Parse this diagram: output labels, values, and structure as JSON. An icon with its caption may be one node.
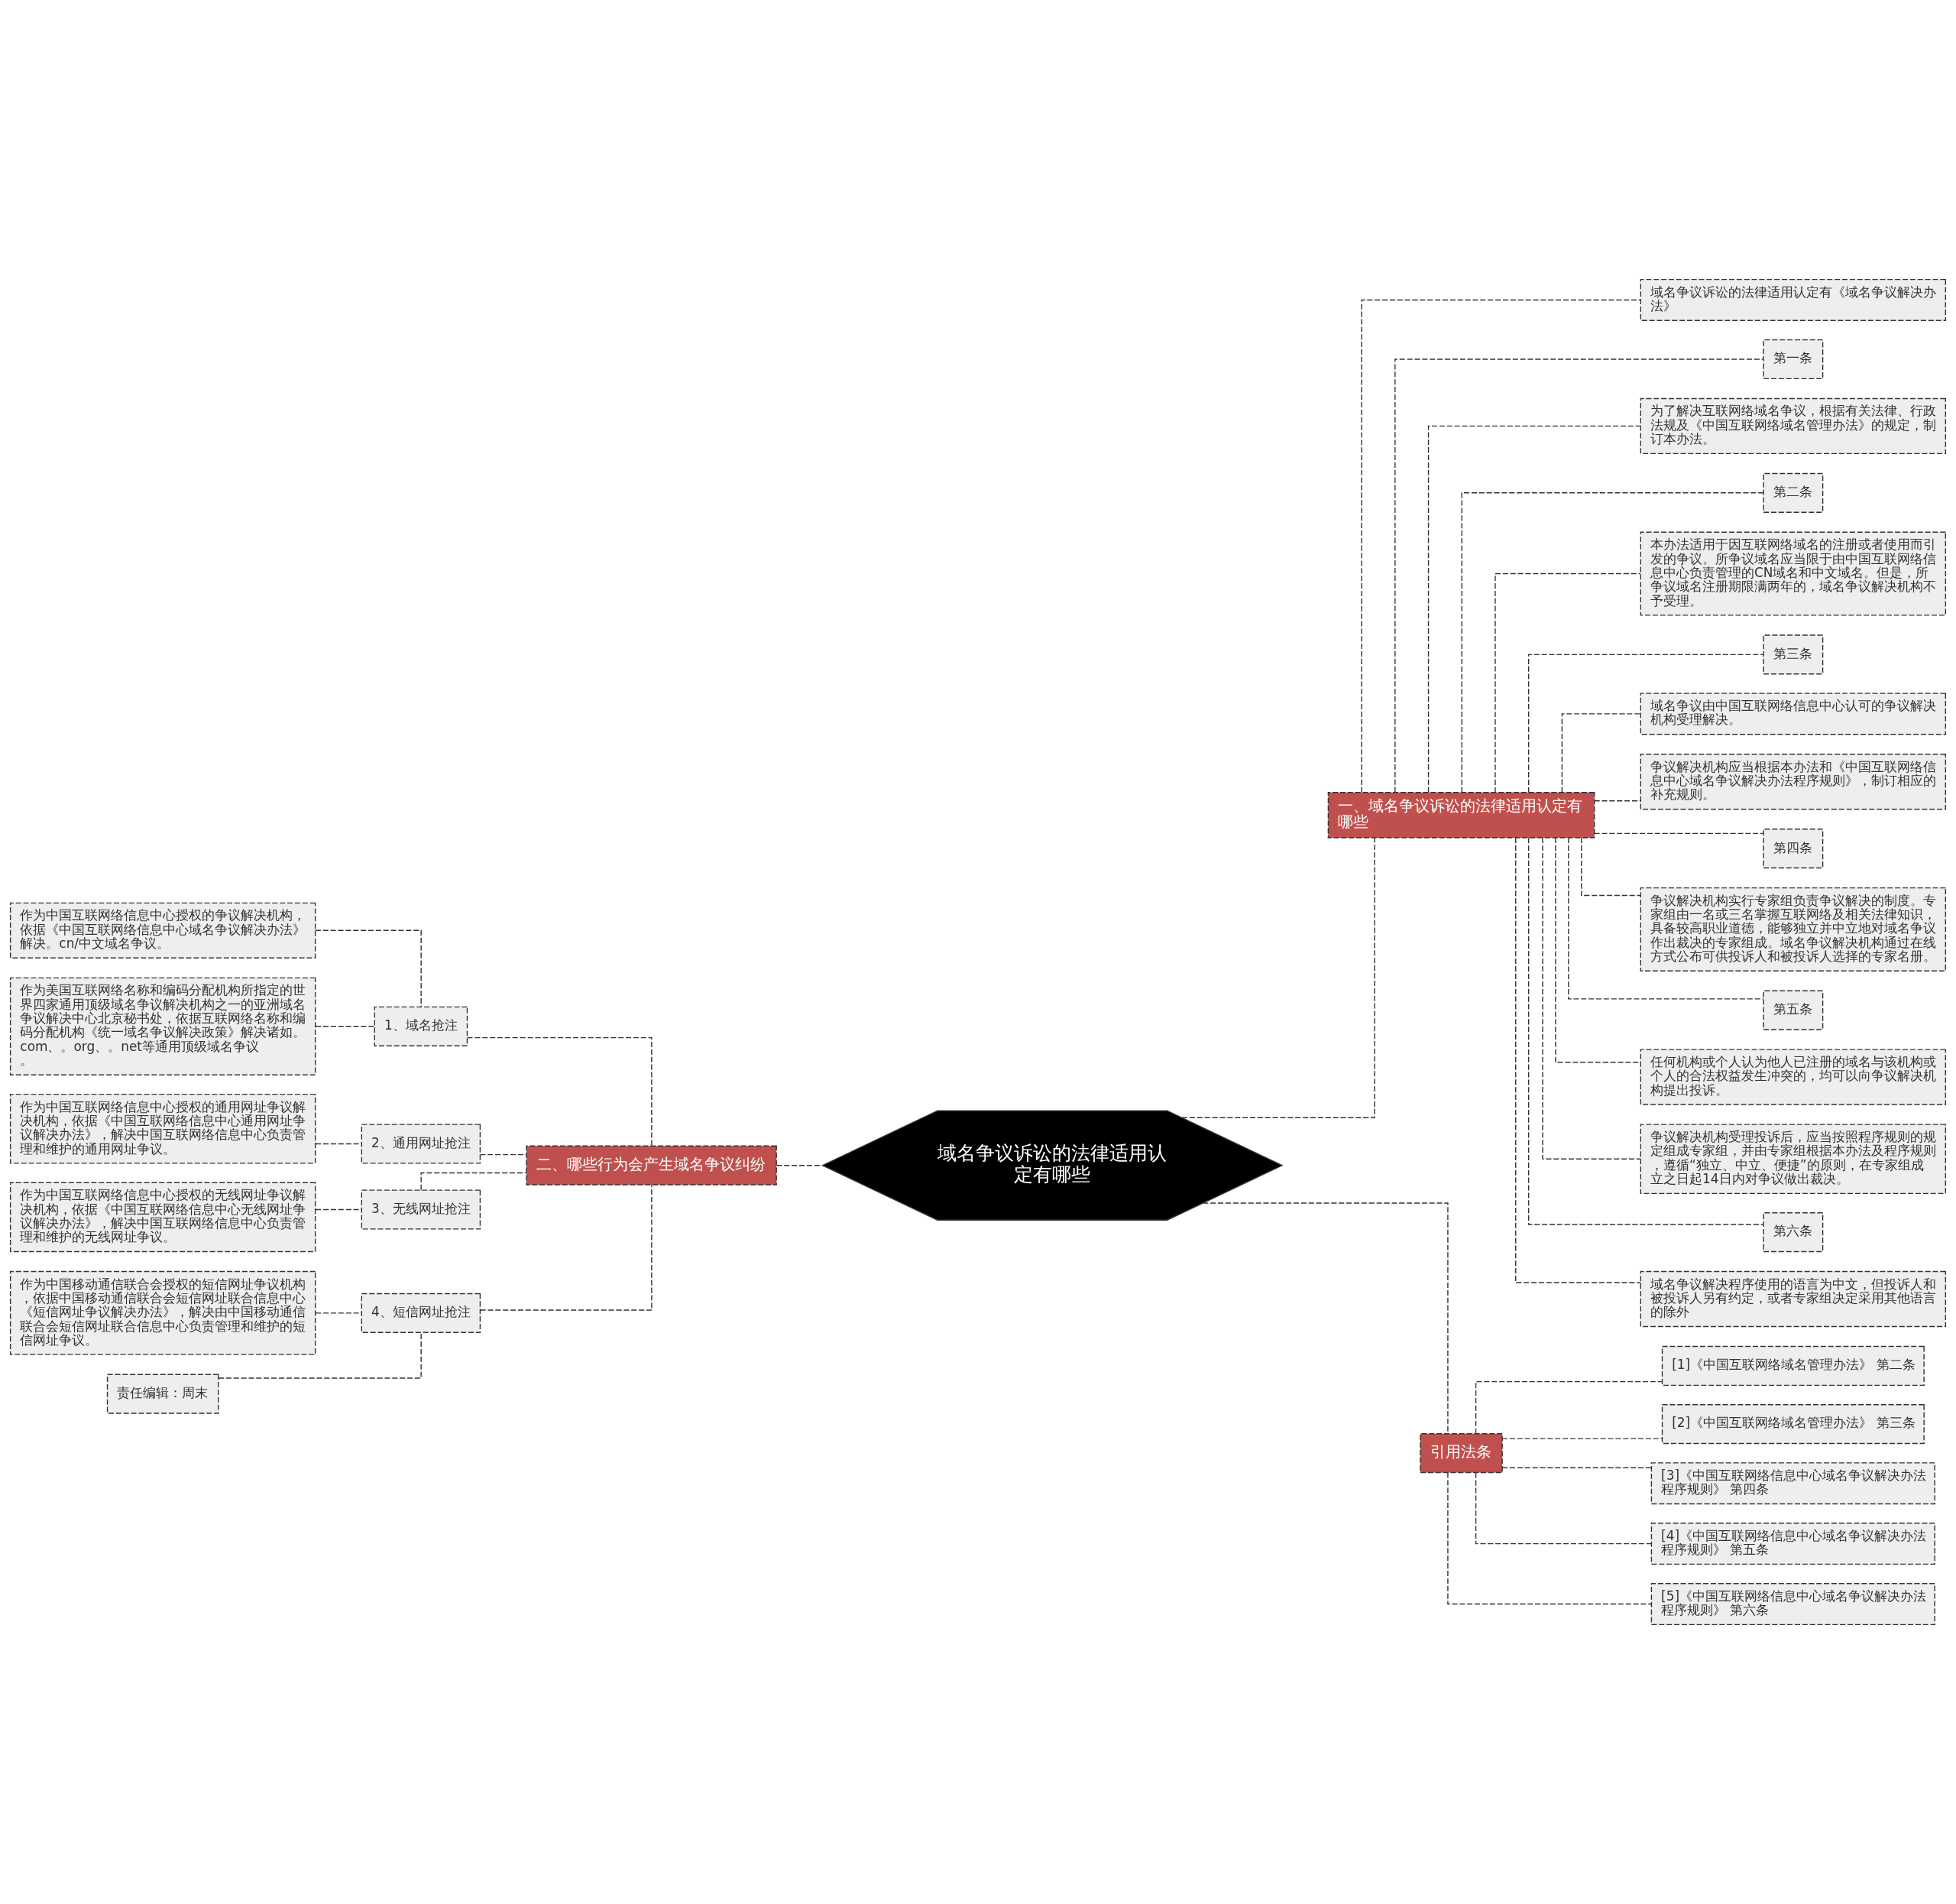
{
  "diagram": {
    "nodes": [
      {
        "text": [
          "域名争议诉讼的法律适用认定有哪些"
        ]
      },
      {
        "text": [
          "一、域名争议诉讼的法律适用认定有哪些"
        ]
      },
      {
        "text": [
          "域名争议诉讼的法律适用认定有《域名争议解决办法》"
        ]
      },
      {
        "text": [
          "第一条"
        ]
      },
      {
        "text": [
          "为了解决互联网络域名争议，根据有关法律、行政法规及《中国互联网络域名管理办法》的规定，制订本办法。"
        ]
      },
      {
        "text": [
          "第二条"
        ]
      },
      {
        "text": [
          "本办法适用于因互联网络域名的注册或者使用而引发的争议。所争议域名应当限于由中国互联网络信息中心负责管理的CN域名和中文域名。但是，所争议域名注册期限满两年的，域名争议解决机构不予受理。"
        ]
      },
      {
        "text": [
          "第三条"
        ]
      },
      {
        "text": [
          "域名争议由中国互联网络信息中心认可的争议解决机构受理解决。"
        ]
      },
      {
        "text": [
          "争议解决机构应当根据本办法和《中国互联网络信息中心域名争议解决办法程序规则》，制订相应的补充规则。"
        ]
      },
      {
        "text": [
          "第四条"
        ]
      },
      {
        "text": [
          "争议解决机构实行专家组负责争议解决的制度。专家组由一名或三名掌握互联网络及相关法律知识，具备较高职业道德，能够独立并中立地对域名争议作出裁决的专家组成。域名争议解决机构通过在线方式公布可供投诉人和被投诉人选择的专家名册。"
        ]
      },
      {
        "text": [
          "第五条"
        ]
      },
      {
        "text": [
          "任何机构或个人认为他人已注册的域名与该机构或个人的合法权益发生冲突的，均可以向争议解决机构提出投诉。"
        ]
      },
      {
        "text": [
          "争议解决机构受理投诉后，应当按照程序规则的规定组成专家组，并由专家组根据本办法及程序规则，遵循“独立、中立、便捷”的原则，在专家组成立之日起14日内对争议做出裁决。"
        ]
      },
      {
        "text": [
          "第六条"
        ]
      },
      {
        "text": [
          "域名争议解决程序使用的语言为中文，但投诉人和被投诉人另有约定，或者专家组决定采用其他语言的除外"
        ]
      },
      {
        "text": [
          "二、哪些行为会产生域名争议纠纷"
        ]
      },
      {
        "text": [
          "1、域名抢注"
        ]
      },
      {
        "text": [
          "作为中国互联网络信息中心授权的争议解决机构，依据《中国互联网络信息中心域名争议解决办法》解决。cn/中文域名争议。"
        ]
      },
      {
        "text": [
          "作为美国互联网络名称和编码分配机构所指定的世界四家通用顶级域名争议解决机构之一的亚洲域名争议解决中心北京秘书处，依据互联网络名称和编码分配机构《统一域名争议解决政策》解决诸如。com、。org、。net等通用顶级域名争议。"
        ]
      },
      {
        "text": [
          "2、通用网址抢注"
        ]
      },
      {
        "text": [
          "作为中国互联网络信息中心授权的通用网址争议解决机构，依据《中国互联网络信息中心通用网址争议解决办法》，解决中国互联网络信息中心负责管理和维护的通用网址争议。"
        ]
      },
      {
        "text": [
          "3、无线网址抢注"
        ]
      },
      {
        "text": [
          "作为中国互联网络信息中心授权的无线网址争议解决机构，依据《中国互联网络信息中心无线网址争议解决办法》，解决中国互联网络信息中心负责管理和维护的无线网址争议。"
        ]
      },
      {
        "text": [
          "4、短信网址抢注"
        ]
      },
      {
        "text": [
          "作为中国移动通信联合会授权的短信网址争议机构，依据中国移动通信联合会短信网址联合信息中心《短信网址争议解决办法》，解决由中国移动通信联合会短信网址联合信息中心负责管理和维护的短信网址争议。"
        ]
      },
      {
        "text": [
          "责任编辑：周末"
        ]
      },
      {
        "text": [
          "引用法条"
        ]
      },
      {
        "text": [
          "[1]《中国互联网络域名管理办法》 第二条"
        ]
      },
      {
        "text": [
          "[2]《中国互联网络域名管理办法》 第三条"
        ]
      },
      {
        "text": [
          "[3]《中国互联网络信息中心域名争议解决办法程序规则》 第四条"
        ]
      },
      {
        "text": [
          "[4]《中国互联网络信息中心域名争议解决办法程序规则》 第五条"
        ]
      },
      {
        "text": [
          "[5]《中国互联网络信息中心域名争议解决办法程序规则》 第六条"
        ]
      }
    ],
    "edges": [
      {
        "from": 0,
        "to": 1,
        "arrow": "none"
      },
      {
        "from": 1,
        "to": 2,
        "arrow": "none"
      },
      {
        "from": 1,
        "to": 3,
        "arrow": "none"
      },
      {
        "from": 1,
        "to": 4,
        "arrow": "none"
      },
      {
        "from": 1,
        "to": 5,
        "arrow": "none"
      },
      {
        "from": 1,
        "to": 6,
        "arrow": "none"
      },
      {
        "from": 1,
        "to": 7,
        "arrow": "none"
      },
      {
        "from": 1,
        "to": 8,
        "arrow": "none"
      },
      {
        "from": 1,
        "to": 9,
        "arrow": "none"
      },
      {
        "from": 1,
        "to": 10,
        "arrow": "none"
      },
      {
        "from": 1,
        "to": 11,
        "arrow": "none"
      },
      {
        "from": 1,
        "to": 12,
        "arrow": "none"
      },
      {
        "from": 1,
        "to": 13,
        "arrow": "none"
      },
      {
        "from": 1,
        "to": 14,
        "arrow": "none"
      },
      {
        "from": 1,
        "to": 15,
        "arrow": "none"
      },
      {
        "from": 1,
        "to": 16,
        "arrow": "none"
      },
      {
        "from": 0,
        "to": 17,
        "arrow": "none"
      },
      {
        "from": 17,
        "to": 18,
        "arrow": "none"
      },
      {
        "from": 18,
        "to": 19,
        "arrow": "none"
      },
      {
        "from": 18,
        "to": 20,
        "arrow": "none"
      },
      {
        "from": 17,
        "to": 21,
        "arrow": "none"
      },
      {
        "from": 21,
        "to": 22,
        "arrow": "none"
      },
      {
        "from": 17,
        "to": 23,
        "arrow": "none"
      },
      {
        "from": 23,
        "to": 24,
        "arrow": "none"
      },
      {
        "from": 17,
        "to": 25,
        "arrow": "none"
      },
      {
        "from": 25,
        "to": 26,
        "arrow": "none"
      },
      {
        "from": 25,
        "to": 27,
        "arrow": "none"
      },
      {
        "from": 0,
        "to": 28,
        "arrow": "none"
      },
      {
        "from": 28,
        "to": 29,
        "arrow": "none"
      },
      {
        "from": 28,
        "to": 30,
        "arrow": "none"
      },
      {
        "from": 28,
        "to": 31,
        "arrow": "none"
      },
      {
        "from": 28,
        "to": 32,
        "arrow": "none"
      },
      {
        "from": 28,
        "to": 33,
        "arrow": "none"
      }
    ]
  }
}
